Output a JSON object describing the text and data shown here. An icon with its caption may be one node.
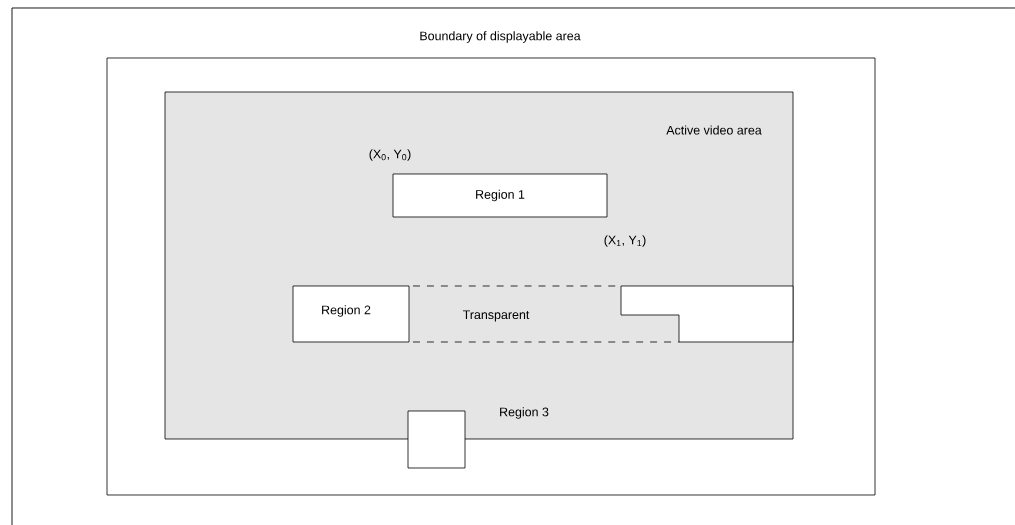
{
  "diagram": {
    "nodes": [
      {
        "text": [
          "Boundary of displayable area"
        ]
      },
      {
        "text": [
          "Active video area"
        ],
        "in": 0
      },
      {
        "text": [
          "Region 1"
        ],
        "in": 1,
        "beside": [
          "(X$_{0}$, Y$_{0}$)",
          "(X$_{1}$, Y$_{1}$)"
        ]
      },
      {
        "text": [
          "Region 2"
        ],
        "in": 1
      },
      {
        "text": [
          "Transparent"
        ],
        "in": 1
      },
      {
        "text": [],
        "shape": "box",
        "in": 1
      },
      {
        "text": [],
        "shape": "box",
        "in": 0,
        "beside": [
          "Region 3"
        ]
      }
    ]
  }
}
